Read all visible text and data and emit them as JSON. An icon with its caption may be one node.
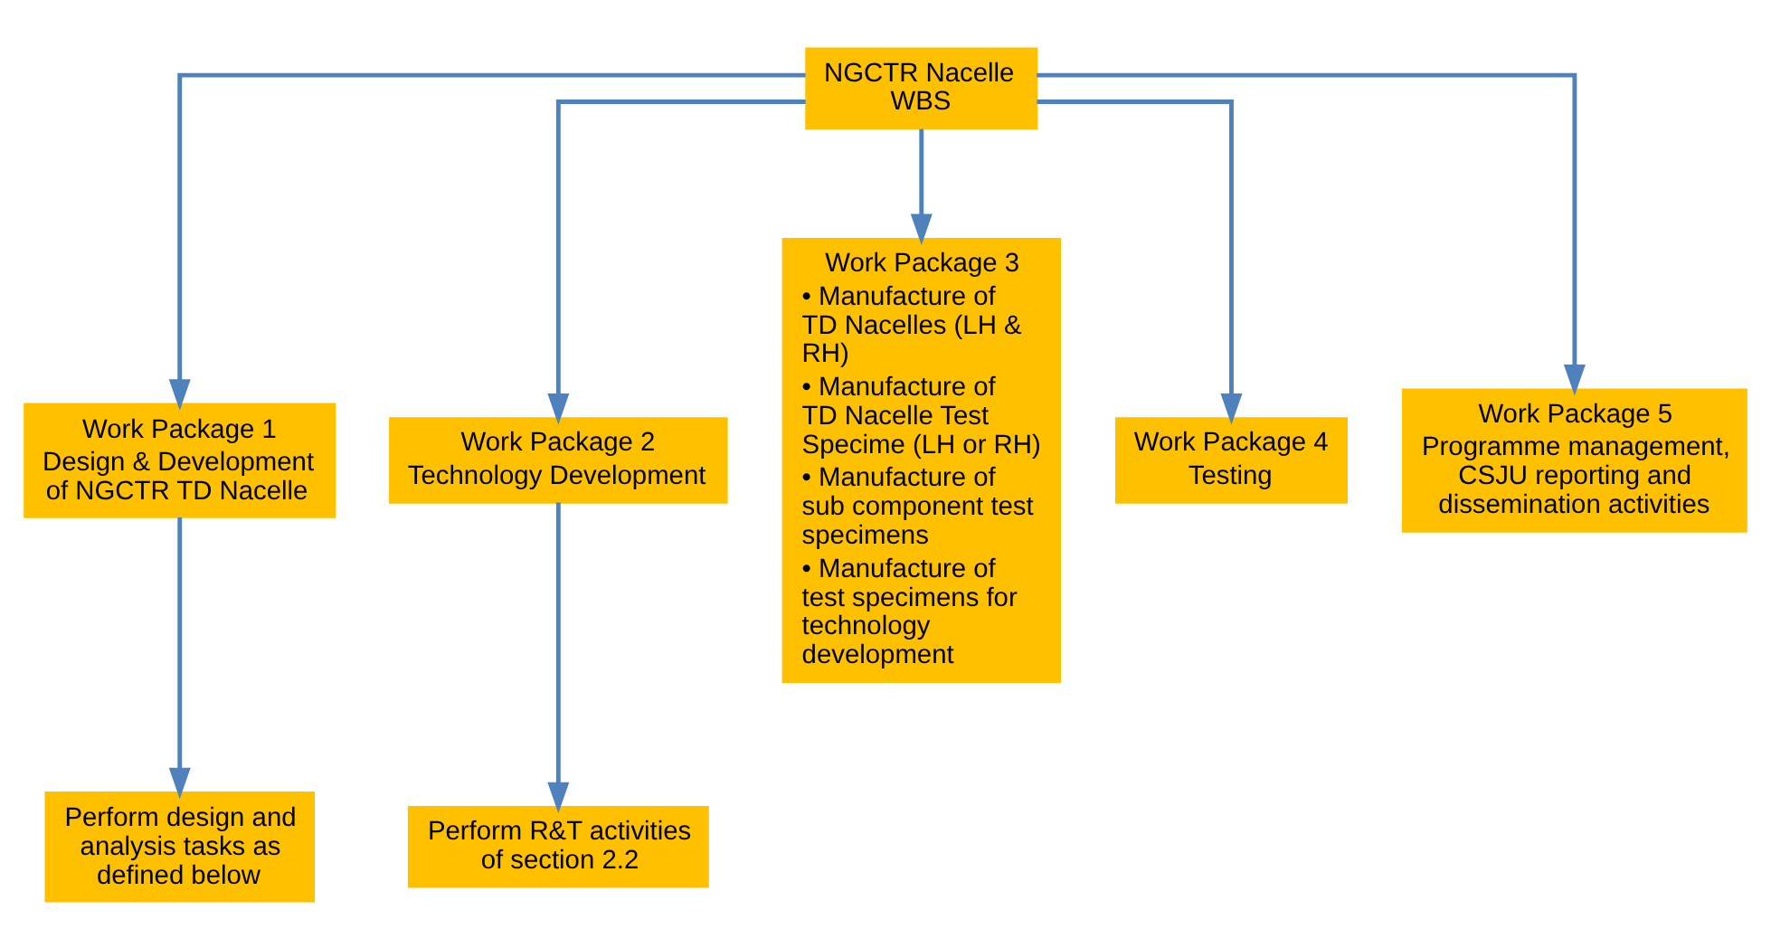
{
  "diagram": {
    "nodes": [
      {
        "text": [
          "NGCTR Nacelle WBS"
        ]
      },
      {
        "text": [
          "Work Package 1",
          "Design & Development of NGCTR TD Nacelle"
        ]
      },
      {
        "text": [
          "Work Package 2",
          "Technology Development"
        ]
      },
      {
        "text": [
          "Work Package 3",
          "• Manufacture of TD Nacelles (LH & RH)",
          "• Manufacture of TD Nacelle Test Specime (LH or RH)",
          "• Manufacture of sub component test specimens",
          "• Manufacture of test specimens for technology development"
        ]
      },
      {
        "text": [
          "Work Package 4",
          "Testing"
        ]
      },
      {
        "text": [
          "Work Package 5",
          "Programme management, CSJU reporting and dissemination activities"
        ]
      },
      {
        "text": [
          "Perform design and analysis tasks as defined below"
        ]
      },
      {
        "text": [
          "Perform R&T activities of section 2.2"
        ]
      }
    ],
    "edges": [
      {
        "from": 0,
        "to": 1,
        "arrow": "to"
      },
      {
        "from": 0,
        "to": 2,
        "arrow": "to"
      },
      {
        "from": 0,
        "to": 3,
        "arrow": "to"
      },
      {
        "from": 0,
        "to": 4,
        "arrow": "to"
      },
      {
        "from": 0,
        "to": 5,
        "arrow": "to"
      },
      {
        "from": 1,
        "to": 6,
        "arrow": "to"
      },
      {
        "from": 2,
        "to": 7,
        "arrow": "to"
      }
    ]
  }
}
